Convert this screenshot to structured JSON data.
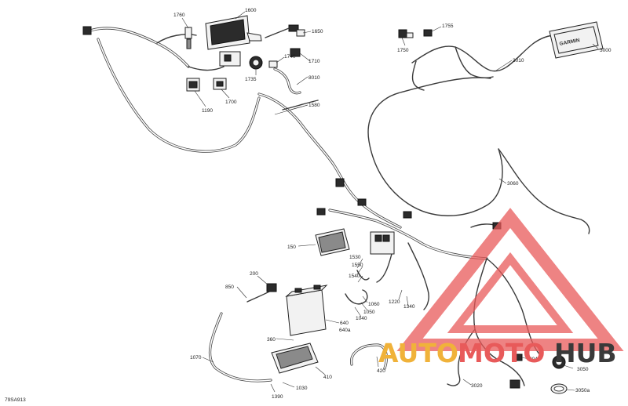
{
  "figure": {
    "code": "79SA913"
  },
  "callouts": [
    {
      "id": "c1760",
      "text": "1760"
    },
    {
      "id": "c1600",
      "text": "1600"
    },
    {
      "id": "c1650",
      "text": "1650"
    },
    {
      "id": "c1740",
      "text": "1740"
    },
    {
      "id": "c1710",
      "text": "1710"
    },
    {
      "id": "c1735",
      "text": "1735"
    },
    {
      "id": "c8010",
      "text": "8010"
    },
    {
      "id": "c1190",
      "text": "1190"
    },
    {
      "id": "c1700",
      "text": "1700"
    },
    {
      "id": "c1580",
      "text": "1580"
    },
    {
      "id": "c1755",
      "text": "1755"
    },
    {
      "id": "c1750",
      "text": "1750"
    },
    {
      "id": "c3010",
      "text": "3010"
    },
    {
      "id": "c3000",
      "text": "3000"
    },
    {
      "id": "c3060",
      "text": "3060"
    },
    {
      "id": "c150",
      "text": "150"
    },
    {
      "id": "c1530",
      "text": "1530"
    },
    {
      "id": "c1550",
      "text": "1550"
    },
    {
      "id": "c1540",
      "text": "1540"
    },
    {
      "id": "c200",
      "text": "200"
    },
    {
      "id": "c850",
      "text": "850"
    },
    {
      "id": "c1060",
      "text": "1060"
    },
    {
      "id": "c1050",
      "text": "1050"
    },
    {
      "id": "c1040",
      "text": "1040"
    },
    {
      "id": "c1220",
      "text": "1220"
    },
    {
      "id": "c1340",
      "text": "1340"
    },
    {
      "id": "c640",
      "text": "640"
    },
    {
      "id": "c640a",
      "text": "640a"
    },
    {
      "id": "c360",
      "text": "360"
    },
    {
      "id": "c420",
      "text": "420"
    },
    {
      "id": "c410",
      "text": "410"
    },
    {
      "id": "c1070",
      "text": "1070"
    },
    {
      "id": "c1030",
      "text": "1030"
    },
    {
      "id": "c1390",
      "text": "1390"
    },
    {
      "id": "c3040",
      "text": "3040"
    },
    {
      "id": "c3050",
      "text": "3050"
    },
    {
      "id": "c3020",
      "text": "3020"
    },
    {
      "id": "c3050a",
      "text": "3050a"
    }
  ],
  "parts": {
    "gps_brand": "GARMIN"
  },
  "watermark": {
    "auto": "AUTO",
    "moto": "MOTO",
    "hub": "HUB",
    "colors": {
      "auto": "#f0b23a",
      "moto": "#e85a5a",
      "hub": "#3a3a3a",
      "triangle": "#e85a5a"
    }
  }
}
